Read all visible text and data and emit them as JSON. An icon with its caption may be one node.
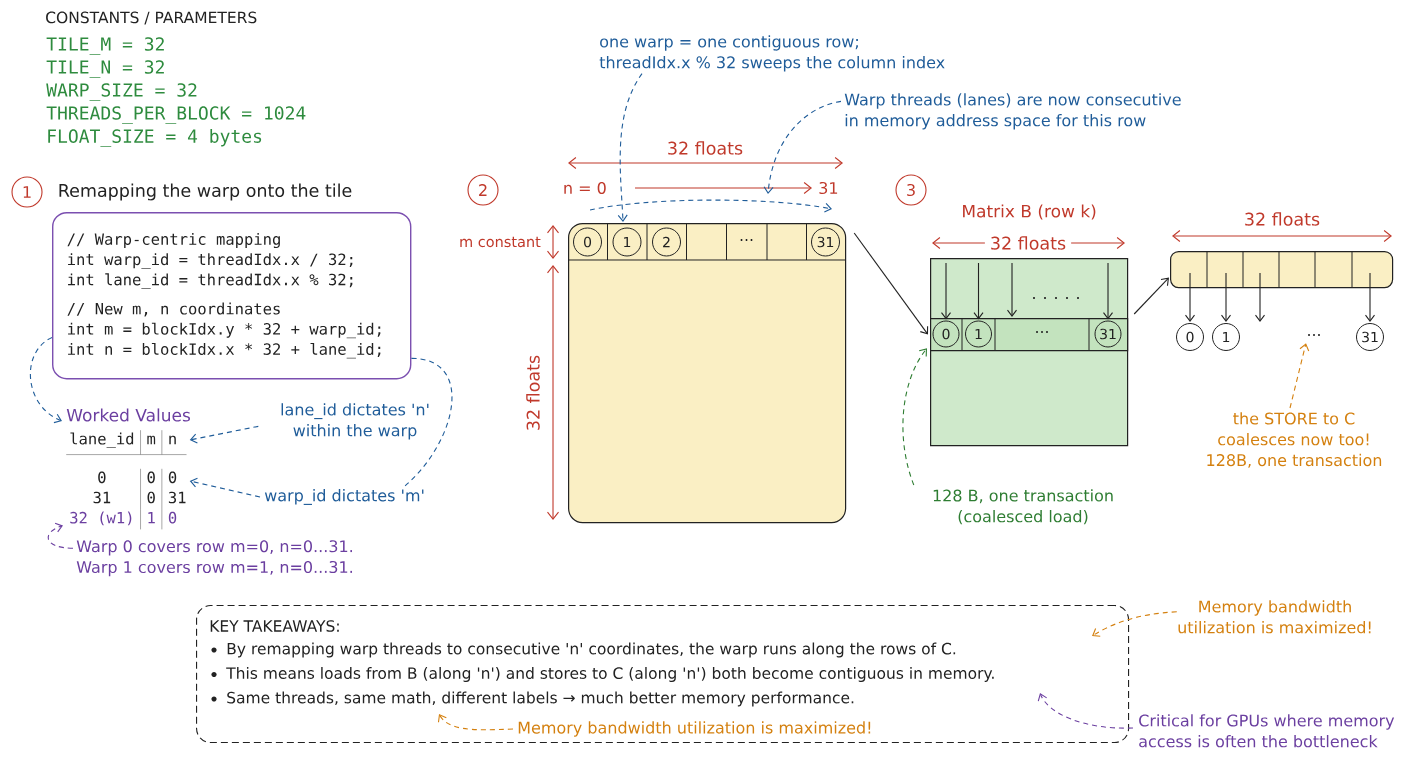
{
  "diagram": {
    "nodes": [
      {
        "text": [
          "1"
        ],
        "beside": [
          "Remapping the warp onto the tile"
        ]
      },
      {
        "text": [
          "// Warp-centric mapping",
          "int warp_id = threadIdx.x / 32;",
          "int lane_id = threadIdx.x % 32;",
          "// New m, n coordinates",
          "int m = blockIdx.y * 32 + warp_id;",
          "int n = blockIdx.x * 32 + lane_id;"
        ]
      },
      {
        "text": [
          "Worked Values"
        ]
      },
      {
        "text": [
          "lane_id",
          "m",
          "n",
          "0",
          "0",
          "0",
          "31",
          "0",
          "31",
          "32 (w1)",
          "1",
          "0"
        ]
      },
      {
        "text": [
          "lane_id dictates 'n' within the warp"
        ]
      },
      {
        "text": [
          "warp_id dictates 'm'"
        ]
      },
      {
        "text": [
          "Warp 0 covers row m=0, n=0...31.",
          "Warp 1 covers row m=1, n=0...31."
        ]
      },
      {
        "text": [
          "2"
        ]
      },
      {
        "text": [
          "one warp = one contiguous row;",
          "threadIdx.x % 32 sweeps the column index"
        ]
      },
      {
        "text": [
          "Warp threads (lanes) are now consecutive in memory address space for this row"
        ]
      },
      {
        "text": [],
        "shape": "box"
      },
      {
        "text": [
          "0"
        ],
        "in": 10
      },
      {
        "text": [
          "1"
        ],
        "in": 10
      },
      {
        "text": [
          "2"
        ],
        "in": 10
      },
      {
        "text": [
          "31"
        ],
        "in": 10
      },
      {
        "text": [
          "3"
        ]
      },
      {
        "text": [
          "Matrix B (row k)"
        ]
      },
      {
        "text": [],
        "shape": "bar",
        "in": 16
      },
      {
        "text": [
          "0"
        ],
        "in": 17
      },
      {
        "text": [
          "1"
        ],
        "in": 17
      },
      {
        "text": [
          "31"
        ],
        "in": 17
      },
      {
        "text": [],
        "shape": "bar"
      },
      {
        "text": [
          "0"
        ]
      },
      {
        "text": [
          "1"
        ]
      },
      {
        "text": [
          "…"
        ]
      },
      {
        "text": [
          "31"
        ]
      },
      {
        "text": [
          "128 B, one transaction (coalesced load)"
        ]
      },
      {
        "text": [
          "the STORE to C coalesces now too! 128B, one transaction"
        ]
      },
      {
        "text": [
          "KEY TAKEAWAYS:",
          "By remapping warp threads to consecutive 'n' coordinates, the warp runs along the rows of C.",
          "This means loads from B (along 'n') and stores to C (along 'n') both become contiguous in memory.",
          "Same threads, same math, different labels → much better memory performance."
        ]
      },
      {
        "text": [
          "Memory bandwidth utilization is maximized!"
        ]
      },
      {
        "text": [
          "Critical for GPUs where memory access is often the bottleneck"
        ]
      },
      {
        "text": [
          "Memory bandwidth utilization is maximized!"
        ],
        "in": 28
      }
    ],
    "edges": [
      {
        "from": 1,
        "to": 2,
        "arrow": "to",
        "style": "dashed",
        "color": "#1f5c99"
      },
      {
        "from": 1,
        "to": 5,
        "arrow": "none",
        "style": "dashed",
        "color": "#1f5c99"
      },
      {
        "from": 4,
        "to": 3,
        "arrow": "to",
        "style": "dashed",
        "color": "#1f5c99"
      },
      {
        "from": 5,
        "to": 3,
        "arrow": "to",
        "style": "dashed",
        "color": "#1f5c99"
      },
      {
        "from": 6,
        "to": 3,
        "arrow": "to",
        "style": "dashed",
        "color": "#6b3fa0"
      },
      {
        "from": 8,
        "to": 10,
        "arrow": "to",
        "style": "dashed",
        "color": "#1f5c99"
      },
      {
        "from": 9,
        "to": null,
        "arrow": "to",
        "style": "dashed",
        "color": "#1f5c99"
      },
      {
        "from": 10,
        "to": 17,
        "arrow": "to"
      },
      {
        "from": 16,
        "to": 18,
        "arrow": "to"
      },
      {
        "from": 16,
        "to": 19,
        "arrow": "to"
      },
      {
        "from": 16,
        "to": 17,
        "arrow": "to"
      },
      {
        "from": 16,
        "to": 20,
        "arrow": "to"
      },
      {
        "from": 17,
        "to": 21,
        "arrow": "to"
      },
      {
        "from": 21,
        "to": 22,
        "arrow": "to"
      },
      {
        "from": 21,
        "to": 23,
        "arrow": "to"
      },
      {
        "from": 21,
        "to": null,
        "arrow": "to"
      },
      {
        "from": 21,
        "to": 25,
        "arrow": "to"
      },
      {
        "from": 26,
        "to": 17,
        "arrow": "to",
        "style": "dashed",
        "color": "#2e7d32"
      },
      {
        "from": 27,
        "to": 24,
        "arrow": "to",
        "style": "dashed",
        "color": "#d4800f"
      },
      {
        "from": 29,
        "to": 28,
        "arrow": "to",
        "style": "dashed",
        "color": "#d4800f"
      },
      {
        "from": 30,
        "to": 28,
        "arrow": "to",
        "style": "dashed",
        "color": "#6b3fa0"
      },
      {
        "from": 31,
        "to": 28,
        "arrow": "to",
        "style": "dashed",
        "color": "#d4800f"
      }
    ],
    "labels": [
      "CONSTANTS / PARAMETERS",
      "TILE_M = 32",
      "TILE_N = 32",
      "WARP_SIZE = 32",
      "THREADS_PER_BLOCK = 1024",
      "FLOAT_SIZE = 4 bytes",
      "32 floats",
      "n = 0",
      "31",
      "m constant",
      "…",
      "32 floats",
      "32 floats",
      "…",
      "32 floats"
    ]
  }
}
